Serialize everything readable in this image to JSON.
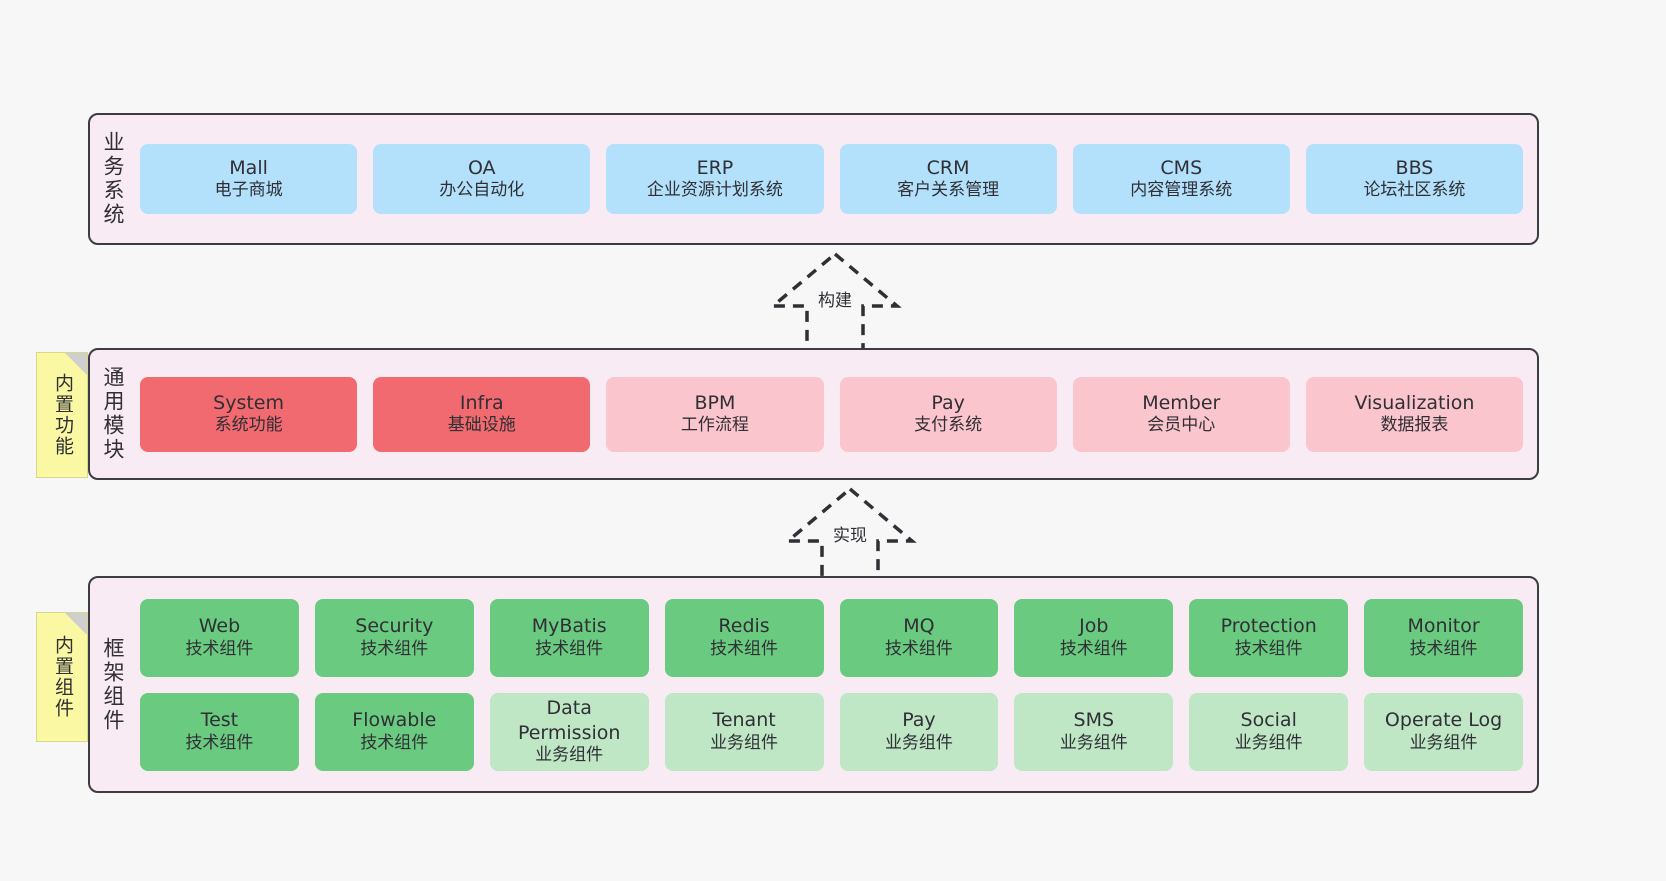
{
  "diagram": {
    "background_color": "#f7f7f7",
    "layer_fill": "#f9ebf4",
    "layer_border": "#3c3c42"
  },
  "notes": [
    {
      "id": "builtin-function",
      "text": "内置功能",
      "color": "#fbf8a4"
    },
    {
      "id": "builtin-component",
      "text": "内置组件",
      "color": "#fbf8a4"
    }
  ],
  "connectors": [
    {
      "id": "build",
      "label": "构建",
      "style": "dashed-hollow-arrow"
    },
    {
      "id": "implement",
      "label": "实现",
      "style": "dashed-hollow-arrow"
    }
  ],
  "layers": [
    {
      "id": "business-system",
      "title": "业务系统",
      "color": "#b3e0fb",
      "rows": [
        [
          {
            "name": "Mall",
            "desc": "电子商城",
            "color": "blue"
          },
          {
            "name": "OA",
            "desc": "办公自动化",
            "color": "blue"
          },
          {
            "name": "ERP",
            "desc": "企业资源计划系统",
            "color": "blue"
          },
          {
            "name": "CRM",
            "desc": "客户关系管理",
            "color": "blue"
          },
          {
            "name": "CMS",
            "desc": "内容管理系统",
            "color": "blue"
          },
          {
            "name": "BBS",
            "desc": "论坛社区系统",
            "color": "blue"
          }
        ]
      ]
    },
    {
      "id": "common-modules",
      "title": "通用模块",
      "color": "#f16a6f",
      "rows": [
        [
          {
            "name": "System",
            "desc": "系统功能",
            "color": "red"
          },
          {
            "name": "Infra",
            "desc": "基础设施",
            "color": "red"
          },
          {
            "name": "BPM",
            "desc": "工作流程",
            "color": "pink"
          },
          {
            "name": "Pay",
            "desc": "支付系统",
            "color": "pink"
          },
          {
            "name": "Member",
            "desc": "会员中心",
            "color": "pink"
          },
          {
            "name": "Visualization",
            "desc": "数据报表",
            "color": "pink"
          }
        ]
      ]
    },
    {
      "id": "framework-components",
      "title": "框架组件",
      "color": "#6acb80",
      "rows": [
        [
          {
            "name": "Web",
            "desc": "技术组件",
            "color": "green"
          },
          {
            "name": "Security",
            "desc": "技术组件",
            "color": "green"
          },
          {
            "name": "MyBatis",
            "desc": "技术组件",
            "color": "green"
          },
          {
            "name": "Redis",
            "desc": "技术组件",
            "color": "green"
          },
          {
            "name": "MQ",
            "desc": "技术组件",
            "color": "green"
          },
          {
            "name": "Job",
            "desc": "技术组件",
            "color": "green"
          },
          {
            "name": "Protection",
            "desc": "技术组件",
            "color": "green"
          },
          {
            "name": "Monitor",
            "desc": "技术组件",
            "color": "green"
          }
        ],
        [
          {
            "name": "Test",
            "desc": "技术组件",
            "color": "green"
          },
          {
            "name": "Flowable",
            "desc": "技术组件",
            "color": "green"
          },
          {
            "name": "Data Permission",
            "desc": "业务组件",
            "color": "mint"
          },
          {
            "name": "Tenant",
            "desc": "业务组件",
            "color": "mint"
          },
          {
            "name": "Pay",
            "desc": "业务组件",
            "color": "mint"
          },
          {
            "name": "SMS",
            "desc": "业务组件",
            "color": "mint"
          },
          {
            "name": "Social",
            "desc": "业务组件",
            "color": "mint"
          },
          {
            "name": "Operate Log",
            "desc": "业务组件",
            "color": "mint"
          }
        ]
      ]
    }
  ]
}
